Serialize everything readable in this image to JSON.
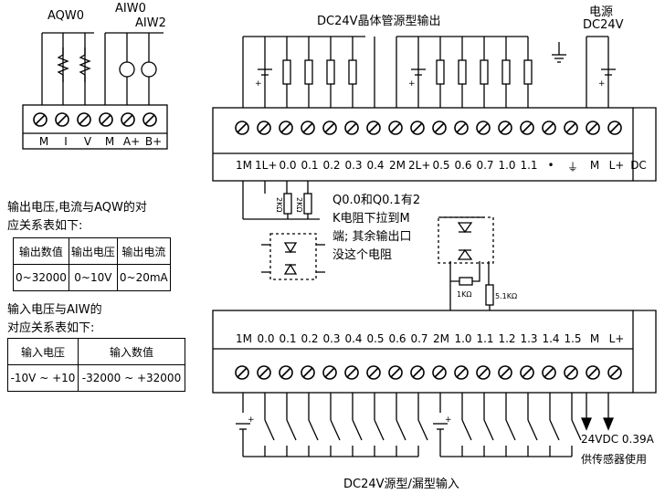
{
  "module_small": {
    "aqw_label": "AQW0",
    "aiw0_label": "AIW0",
    "aiw2_label": "AIW2",
    "terminals": [
      "M",
      "I",
      "V",
      "M",
      "A+",
      "B+"
    ]
  },
  "output_block": {
    "title": "DC24V晶体管源型输出",
    "power_label_1": "电源",
    "power_label_2": "DC24V",
    "terminals": [
      "1M",
      "1L+",
      "0.0",
      "0.1",
      "0.2",
      "0.3",
      "0.4",
      "2M",
      "2L+",
      "0.5",
      "0.6",
      "0.7",
      "1.0",
      "1.1",
      "•",
      "⏚",
      "M",
      "L+",
      "DC"
    ]
  },
  "resistor_note": {
    "line1": "Q0.0和Q0.1有2",
    "line2": "K电阻下拉到M",
    "line3": "端; 其余输出口",
    "line4": "没这个电阻",
    "r1": "2KΩ",
    "r2": "2KΩ",
    "r3": "1KΩ",
    "r4": "5.1KΩ"
  },
  "output_table": {
    "caption_line1": "输出电压,电流与AQW的对",
    "caption_line2": "应关系表如下:",
    "headers": [
      "输出数值",
      "输出电压",
      "输出电流"
    ],
    "row": [
      "0~32000",
      "0~10V",
      "0~20mA"
    ]
  },
  "input_table": {
    "caption_line1": "输入电压与AIW的",
    "caption_line2": "对应关系表如下:",
    "headers": [
      "输入电压",
      "输入数值"
    ],
    "row": [
      "-10V ~ +10",
      "-32000 ~ +32000"
    ]
  },
  "input_block": {
    "terminals": [
      "1M",
      "0.0",
      "0.1",
      "0.2",
      "0.3",
      "0.4",
      "0.5",
      "0.6",
      "0.7",
      "2M",
      "1.0",
      "1.1",
      "1.2",
      "1.3",
      "1.4",
      "1.5",
      "M",
      "L+"
    ],
    "title": "DC24V源型/漏型输入",
    "sensor_line1": "24VDC  0.39A",
    "sensor_line2": "供传感器使用"
  }
}
